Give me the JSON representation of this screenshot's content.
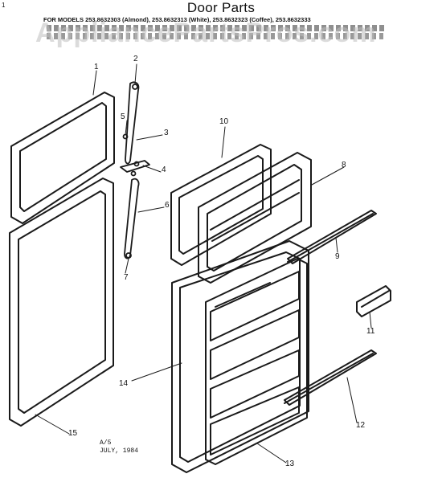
{
  "header": {
    "title": "Door Parts",
    "models_line": "FOR MODELS 253.8632303 (Almond), 253.8632313 (White), 253.8632323 (Coffee), 253.8632333",
    "corner_mark": "1"
  },
  "watermark": "AppliancePartsPros.com",
  "callouts": [
    "1",
    "2",
    "3",
    "4",
    "5",
    "6",
    "7",
    "8",
    "9",
    "10",
    "11",
    "12",
    "13",
    "14",
    "15"
  ],
  "footer": {
    "line1": "A/5",
    "line2": "JULY, 1984"
  },
  "colors": {
    "line": "#1a1a1a",
    "watermark": "#bebebe",
    "background": "#ffffff"
  }
}
